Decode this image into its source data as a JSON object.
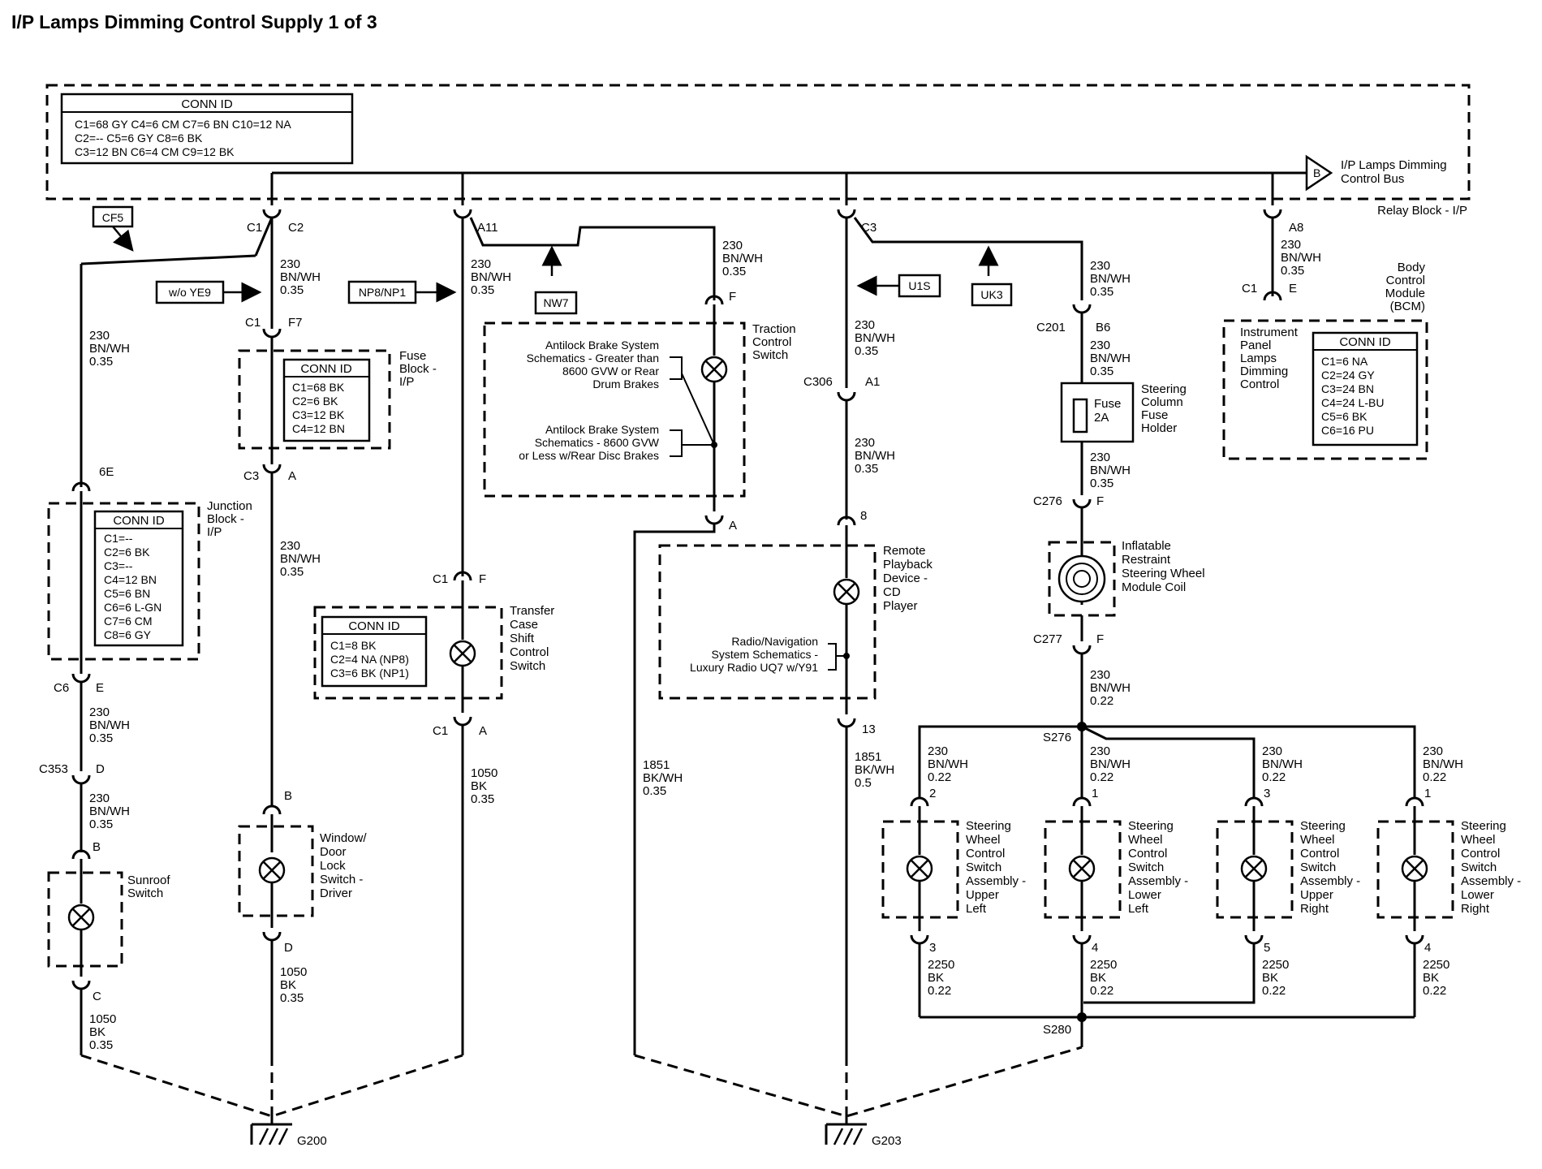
{
  "title": "I/P Lamps Dimming Control Supply 1 of 3",
  "colors": {
    "ink": "#000000",
    "background": "#ffffff"
  },
  "relay_block": {
    "label": "Relay Block - I/P",
    "conn_id": {
      "header": "CONN ID",
      "rows": [
        "C1=68 GY   C4=6 CM   C7=6 BN   C10=12 NA",
        "C2=--          C5=6 GY   C8=6 BK",
        "C3=12 BN   C6=4 CM   C9=12 BK"
      ]
    },
    "bus_letter": "B",
    "bus_label": [
      "I/P Lamps Dimming",
      "Control Bus"
    ]
  },
  "refs": {
    "cf5": "CF5",
    "wo_ye9": "w/o YE9",
    "np8": "NP8/NP1",
    "nw7": "NW7",
    "u1s": "U1S",
    "uk3": "UK3"
  },
  "wires": {
    "w230_035": [
      "230",
      "BN/WH",
      "0.35"
    ],
    "w230_022": [
      "230",
      "BN/WH",
      "0.22"
    ],
    "w1050_035": [
      "1050",
      "BK",
      "0.35"
    ],
    "w1851_035": [
      "1851",
      "BK/WH",
      "0.35"
    ],
    "w1851_05": [
      "1851",
      "BK/WH",
      "0.5"
    ],
    "w2250_022": [
      "2250",
      "BK",
      "0.22"
    ]
  },
  "connectors": {
    "c1": "C1",
    "c2": "C2",
    "c3": "C3",
    "c6": "C6",
    "a11": "A11",
    "a8": "A8",
    "a1": "A1",
    "e": "E",
    "f": "F",
    "f7": "F7",
    "a": "A",
    "b": "B",
    "c": "C",
    "d": "D",
    "e6": "6E",
    "c353": "C353",
    "c306": "C306",
    "c201": "C201",
    "b6": "B6",
    "c276": "C276",
    "c277": "C277",
    "n8": "8",
    "n13": "13",
    "s276": "S276",
    "s280": "S280",
    "p1": "1",
    "p2": "2",
    "p3": "3",
    "p4": "4",
    "p5": "5"
  },
  "fuse_block": {
    "label": [
      "Fuse",
      "Block -",
      "I/P"
    ],
    "conn_id": {
      "header": "CONN ID",
      "rows": [
        "C1=68 BK",
        "C2=6 BK",
        "C3=12 BK",
        "C4=12 BN"
      ]
    }
  },
  "junction_block": {
    "label": [
      "Junction",
      "Block -",
      "I/P"
    ],
    "conn_id": {
      "header": "CONN ID",
      "rows": [
        "C1=--",
        "C2=6 BK",
        "C3=--",
        "C4=12 BN",
        "C5=6 BN",
        "C6=6 L-GN",
        "C7=6 CM",
        "C8=6 GY"
      ]
    }
  },
  "sunroof": {
    "label": [
      "Sunroof",
      "Switch"
    ]
  },
  "window_switch": {
    "label": [
      "Window/",
      "Door",
      "Lock",
      "Switch -",
      "Driver"
    ]
  },
  "transfer_case": {
    "label": [
      "Transfer",
      "Case",
      "Shift",
      "Control",
      "Switch"
    ],
    "conn_id": {
      "header": "CONN ID",
      "rows": [
        "C1=8 BK",
        "C2=4 NA (NP8)",
        "C3=6 BK (NP1)"
      ]
    }
  },
  "traction": {
    "label": [
      "Traction",
      "Control",
      "Switch"
    ],
    "note1": [
      "Antilock Brake System",
      "Schematics - Greater than",
      "8600 GVW or Rear",
      "Drum Brakes"
    ],
    "note2": [
      "Antilock Brake System",
      "Schematics - 8600 GVW",
      "or Less w/Rear Disc Brakes"
    ]
  },
  "cd_player": {
    "label": [
      "Remote",
      "Playback",
      "Device -",
      "CD",
      "Player"
    ],
    "note": [
      "Radio/Navigation",
      "System Schematics -",
      "Luxury Radio UQ7 w/Y91"
    ]
  },
  "fuse_holder": {
    "fuse": [
      "Fuse",
      "2A"
    ],
    "label": [
      "Steering",
      "Column",
      "Fuse",
      "Holder"
    ]
  },
  "coil": {
    "label": [
      "Inflatable",
      "Restraint",
      "Steering Wheel",
      "Module Coil"
    ]
  },
  "bcm": {
    "label": [
      "Body",
      "Control",
      "Module",
      "(BCM)"
    ],
    "inner": [
      "Instrument",
      "Panel",
      "Lamps",
      "Dimming",
      "Control"
    ],
    "conn_id": {
      "header": "CONN ID",
      "rows": [
        "C1=6 NA",
        "C2=24 GY",
        "C3=24 BN",
        "C4=24 L-BU",
        "C5=6 BK",
        "C6=16 PU"
      ]
    }
  },
  "swc": {
    "ul": [
      "Steering",
      "Wheel",
      "Control",
      "Switch",
      "Assembly -",
      "Upper",
      "Left"
    ],
    "ll": [
      "Steering",
      "Wheel",
      "Control",
      "Switch",
      "Assembly -",
      "Lower",
      "Left"
    ],
    "ur": [
      "Steering",
      "Wheel",
      "Control",
      "Switch",
      "Assembly -",
      "Upper",
      "Right"
    ],
    "lr": [
      "Steering",
      "Wheel",
      "Control",
      "Switch",
      "Assembly -",
      "Lower",
      "Right"
    ]
  },
  "grounds": {
    "g200": "G200",
    "g203": "G203"
  }
}
